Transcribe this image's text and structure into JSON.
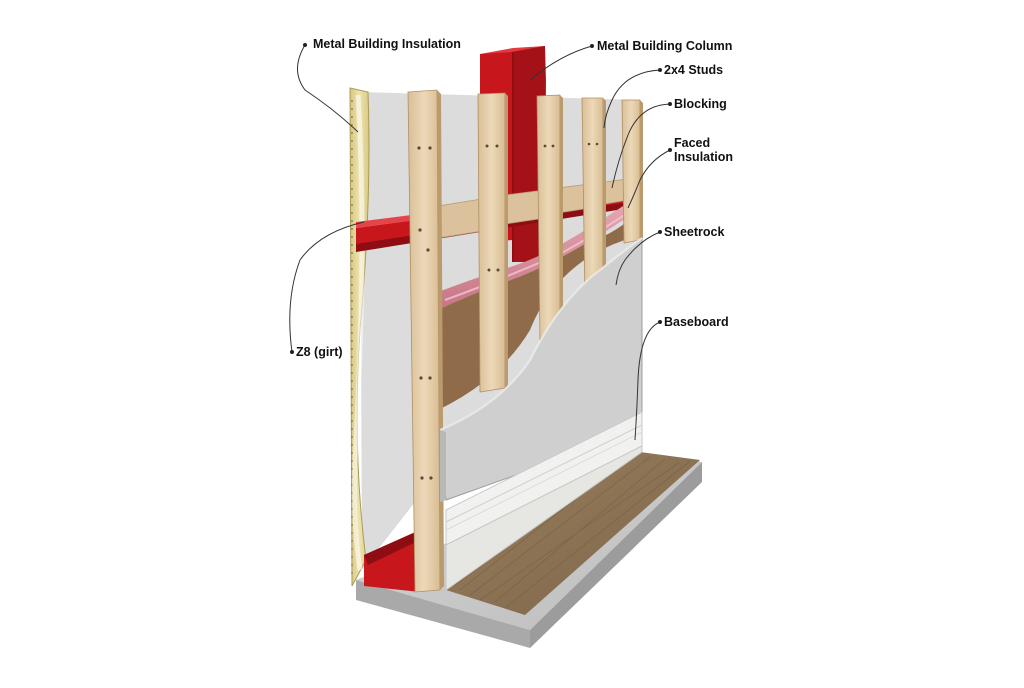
{
  "labels": {
    "metal_building_insulation": "Metal Building Insulation",
    "metal_building_column": "Metal Building Column",
    "studs": "2x4 Studs",
    "blocking": "Blocking",
    "faced_insulation_line1": "Faced",
    "faced_insulation_line2": "Insulation",
    "sheetrock": "Sheetrock",
    "baseboard": "Baseboard",
    "girt": "Z8 (girt)"
  },
  "colors": {
    "steel_red": "#c8161d",
    "steel_red_dark": "#8e0d12",
    "stud_wood": "#e2c9a4",
    "stud_wood_shade": "#c9ac82",
    "insulation_pink": "#d88f9d",
    "facing_kraft": "#8f6b4a",
    "sheetrock_gray": "#cfcfcf",
    "baseboard_white": "#f1f1ef",
    "floor_wood": "#8c7356",
    "concrete": "#b7b7b7",
    "metal_insulation_yellow": "#e5d79b"
  }
}
